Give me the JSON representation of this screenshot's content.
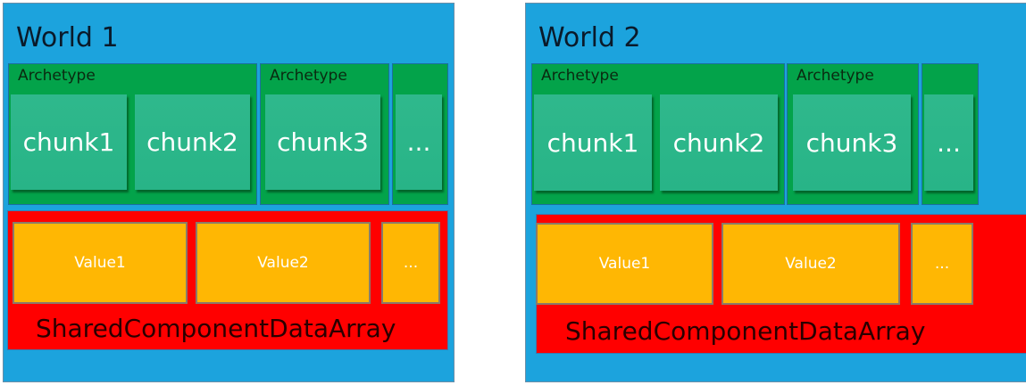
{
  "colors": {
    "world": "#1ca3dd",
    "archetype": "#03a34a",
    "chunk": "#2bb689",
    "array": "#ff0000",
    "value": "#ffb703"
  },
  "worlds": [
    {
      "title": "World 1",
      "archetypes": [
        "Archetype",
        "Archetype"
      ],
      "chunks": [
        "chunk1",
        "chunk2",
        "chunk3",
        "..."
      ],
      "values": [
        "Value1",
        "Value2",
        "..."
      ],
      "array_label": "SharedComponentDataArray"
    },
    {
      "title": "World 2",
      "archetypes": [
        "Archetype",
        "Archetype"
      ],
      "chunks": [
        "chunk1",
        "chunk2",
        "chunk3",
        "..."
      ],
      "values": [
        "Value1",
        "Value2",
        "..."
      ],
      "array_label": "SharedComponentDataArray"
    }
  ]
}
